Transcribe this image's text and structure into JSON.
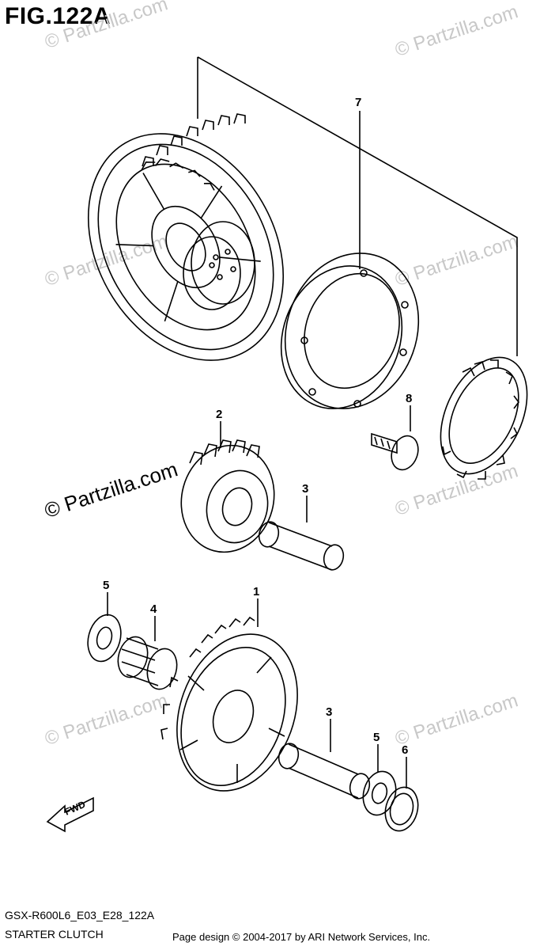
{
  "figure": {
    "title": "FIG.122A"
  },
  "watermark": {
    "text": "© Partzilla.com"
  },
  "callouts": {
    "c1": "1",
    "c2": "2",
    "c3a": "3",
    "c3b": "3",
    "c4": "4",
    "c5a": "5",
    "c5b": "5",
    "c6": "6",
    "c7": "7",
    "c8": "8"
  },
  "fwd": {
    "label": "FWD"
  },
  "footer": {
    "code": "GSX-R600L6_E03_E28_122A",
    "section": "STARTER CLUTCH",
    "credit": "Page design © 2004-2017 by ARI Network Services, Inc."
  }
}
